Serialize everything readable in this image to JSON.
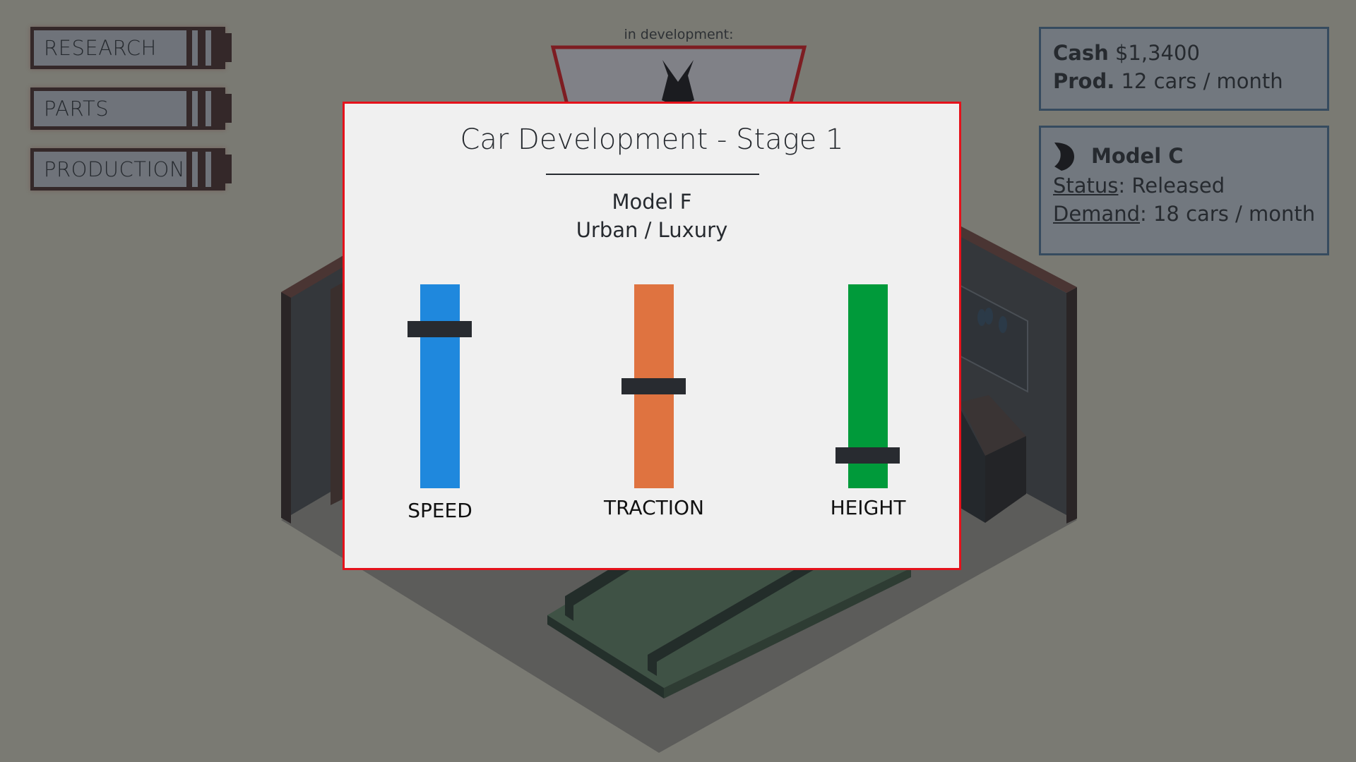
{
  "nav": {
    "buttons": [
      {
        "label": "RESEARCH"
      },
      {
        "label": "PARTS"
      },
      {
        "label": "PRODUCTION"
      }
    ]
  },
  "in_development": {
    "label": "in development:",
    "icon": "car-silhouette-icon"
  },
  "stats": {
    "cash_label": "Cash",
    "cash_value": "$1,3400",
    "prod_label": "Prod.",
    "prod_value": "12 cars / month"
  },
  "model_card": {
    "icon": "car-silhouette-icon",
    "name": "Model C",
    "status_label": "Status",
    "status_value": ": Released",
    "demand_label": "Demand",
    "demand_value": ": 18 cars / month"
  },
  "modal": {
    "title": "Car Development - Stage 1",
    "model_name": "Model F",
    "category": "Urban / Luxury",
    "sliders": [
      {
        "label": "SPEED",
        "value": 0.78,
        "color": "#1f88dd"
      },
      {
        "label": "TRACTION",
        "value": 0.5,
        "color": "#df7340"
      },
      {
        "label": "HEIGHT",
        "value": 0.16,
        "color": "#009a3a"
      }
    ]
  },
  "colors": {
    "modal_border": "#e5121b",
    "background": "#7a7a73",
    "panel_border": "#364b5f"
  }
}
